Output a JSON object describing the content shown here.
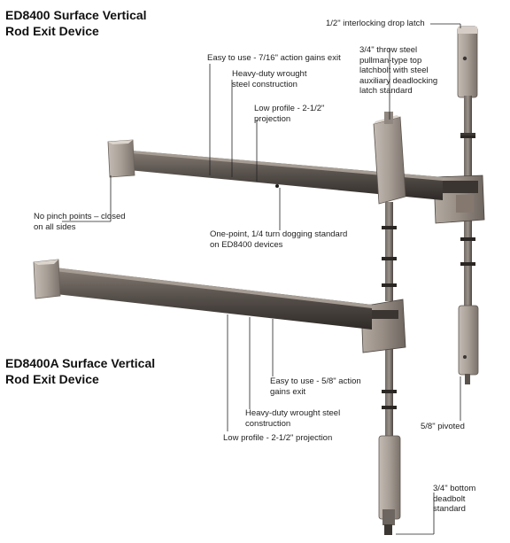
{
  "titles": {
    "ed8400_line1": "ED8400 Surface Vertical",
    "ed8400_line2": "Rod Exit Device",
    "ed8400a_line1": "ED8400A Surface Vertical",
    "ed8400a_line2": "Rod Exit Device"
  },
  "callouts": {
    "drop_latch": "1/2\" interlocking drop latch",
    "top_latch_1": "3/4\" throw steel",
    "top_latch_2": "pullman-type top",
    "top_latch_3": "latchbolt with steel",
    "top_latch_4": "auxiliary deadlocking",
    "top_latch_5": "latch standard",
    "ease_7_16": "Easy to use - 7/16\" action gains exit",
    "wrought_1_a": "Heavy-duty wrought",
    "wrought_1_b": "steel construction",
    "low_profile_1_a": "Low profile - 2-1/2\"",
    "low_profile_1_b": "projection",
    "no_pinch_a": "No pinch points – closed",
    "no_pinch_b": "on all sides",
    "dogging_a": "One-point, 1/4 turn dogging standard",
    "dogging_b": "on ED8400 devices",
    "ease_5_8_a": "Easy to use - 5/8\" action",
    "ease_5_8_b": "gains exit",
    "wrought_2_a": "Heavy-duty wrought steel",
    "wrought_2_b": "construction",
    "low_profile_2": "Low profile - 2-1/2\" projection",
    "pivoted": "5/8\" pivoted",
    "bottom_1": "3/4\" bottom",
    "bottom_2": "deadbolt",
    "bottom_3": "standard"
  }
}
